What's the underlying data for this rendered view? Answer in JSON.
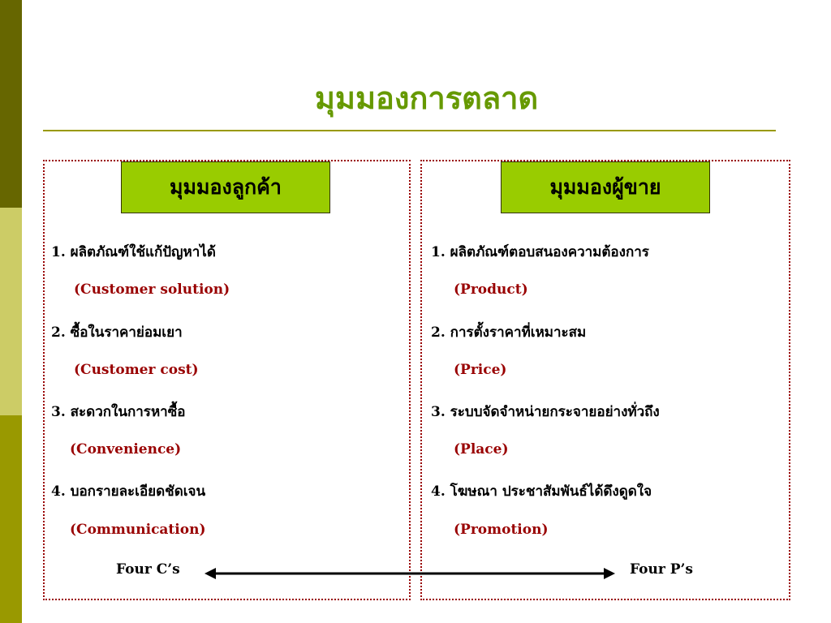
{
  "title": "มุมมองการตลาด",
  "left_panel": {
    "header": "มุมมองลูกค้า",
    "items": [
      {
        "text": "1. ผลิตภัณฑ์ใช้แก้ปัญหาได้",
        "sub": "(Customer  solution)"
      },
      {
        "text": "2. ซื้อในราคาย่อมเยา",
        "sub": "(Customer  cost)"
      },
      {
        "text": "3. สะดวกในการหาซื้อ",
        "sub": "(Convenience)"
      },
      {
        "text": "4. บอกรายละเอียดชัดเจน",
        "sub": "(Communication)"
      }
    ],
    "footer": "Four  C’s"
  },
  "right_panel": {
    "header": "มุมมองผู้ขาย",
    "items": [
      {
        "text": "1. ผลิตภัณฑ์ตอบสนองความต้องการ",
        "sub": "(Product)"
      },
      {
        "text": "2. การตั้งราคาที่เหมาะสม",
        "sub": "(Price)"
      },
      {
        "text": "3. ระบบจัดจำหน่ายกระจายอย่างทั่วถึง",
        "sub": "(Place)"
      },
      {
        "text": "4. โฆษณา  ประชาสัมพันธ์ได้ดึงดูดใจ",
        "sub": "(Promotion)"
      }
    ],
    "footer": "Four  P’s"
  },
  "colors": {
    "title": "#669900",
    "header_fill": "#99cc00",
    "sub_text": "#990000",
    "border": "#990000"
  }
}
